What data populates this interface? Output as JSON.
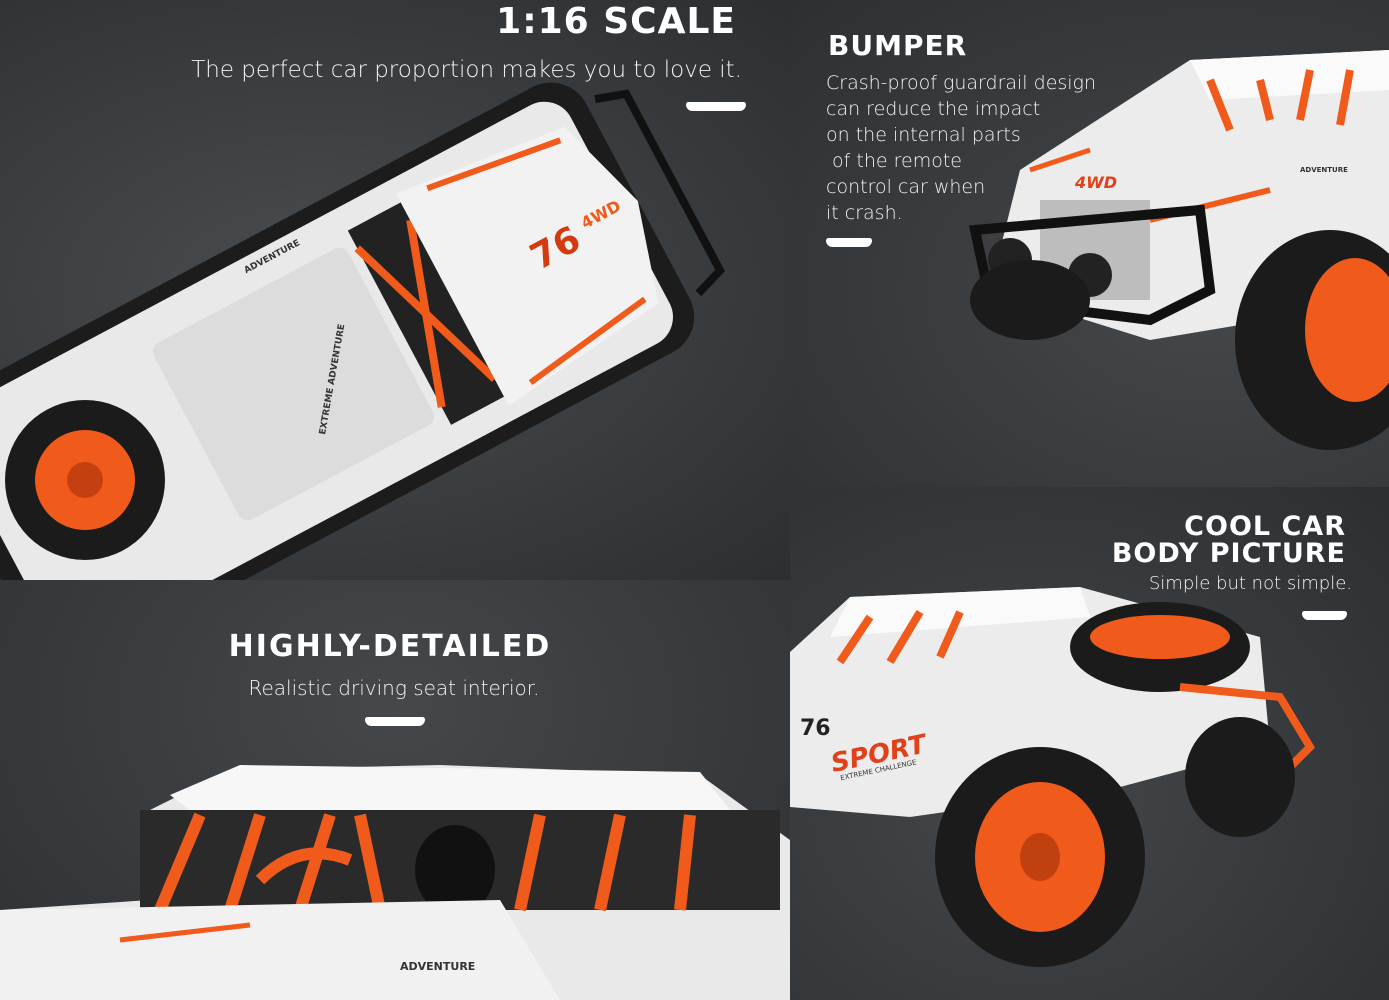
{
  "panels": {
    "scale": {
      "title": "1:16 SCALE",
      "subtitle": "The perfect car proportion makes you to love it.",
      "decals": [
        "76",
        "4WD",
        "ADVENTURE",
        "EXTREME ADVENTURE"
      ]
    },
    "bumper": {
      "title": "BUMPER",
      "lines": [
        "Crash-proof guardrail design",
        "can reduce the impact",
        "on the internal parts",
        " of the remote",
        "control car when",
        "it crash."
      ],
      "decals": [
        "4WD",
        "ADVENTURE"
      ]
    },
    "detailed": {
      "title": "HIGHLY-DETAILED",
      "subtitle": "Realistic driving seat interior.",
      "decals": [
        "ADVENTURE"
      ]
    },
    "body": {
      "title_line1": "COOL CAR",
      "title_line2": "BODY PICTURE",
      "subtitle": "Simple but not simple.",
      "decals": [
        "76",
        "SPORT",
        "EXTREME CHALLENGE"
      ]
    }
  },
  "colors": {
    "accent": "#f05a1a",
    "body": "#ececec",
    "background": "#383b3e"
  }
}
